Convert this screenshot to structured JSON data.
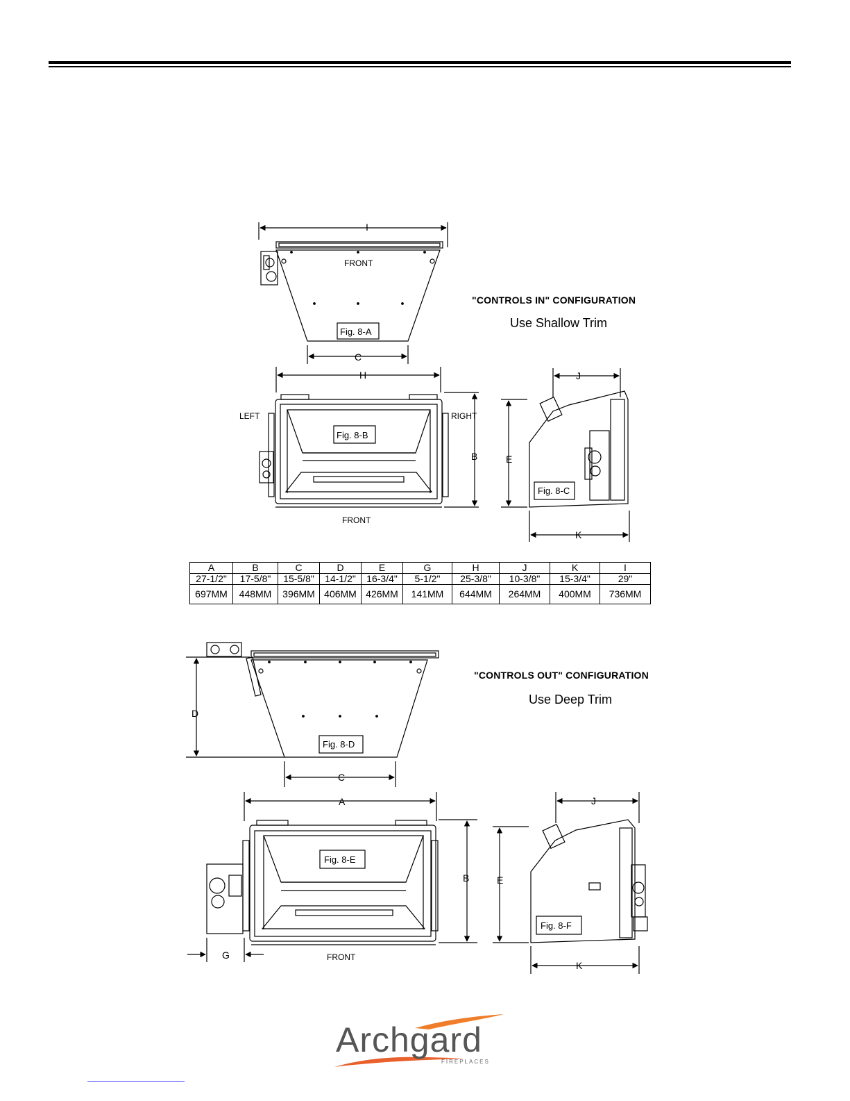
{
  "header": {},
  "figures": {
    "fig_8a": "Fig. 8-A",
    "fig_8b": "Fig. 8-B",
    "fig_8c": "Fig. 8-C",
    "fig_8d": "Fig. 8-D",
    "fig_8e": "Fig. 8-E",
    "fig_8f": "Fig. 8-F"
  },
  "labels": {
    "front": "FRONT",
    "left": "LEFT",
    "right": "RIGHT",
    "dim_a": "A",
    "dim_b": "B",
    "dim_c": "C",
    "dim_d": "D",
    "dim_e": "E",
    "dim_g": "G",
    "dim_h": "H",
    "dim_i": "I",
    "dim_j": "J",
    "dim_k": "K"
  },
  "config_in": {
    "title": "\"CONTROLS IN\" CONFIGURATION",
    "trim": "Use Shallow Trim"
  },
  "config_out": {
    "title": "\"CONTROLS OUT\" CONFIGURATION",
    "trim": "Use Deep Trim"
  },
  "dimensions_table": {
    "headers": [
      "A",
      "B",
      "C",
      "D",
      "E",
      "G",
      "H",
      "J",
      "K",
      "I"
    ],
    "inches": [
      "27-1/2\"",
      "17-5/8\"",
      "15-5/8\"",
      "14-1/2\"",
      "16-3/4\"",
      "5-1/2\"",
      "25-3/8\"",
      "10-3/8\"",
      "15-3/4\"",
      "29\""
    ],
    "mm": [
      "697MM",
      "448MM",
      "396MM",
      "406MM",
      "426MM",
      "141MM",
      "644MM",
      "264MM",
      "400MM",
      "736MM"
    ]
  },
  "logo": {
    "name": "Archgard",
    "sub": "FIREPLACES"
  }
}
